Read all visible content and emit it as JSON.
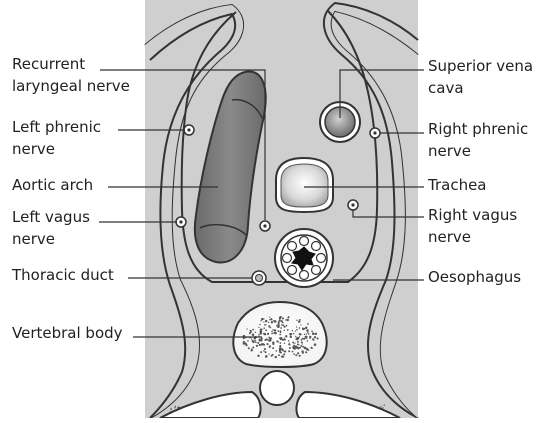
{
  "labels": {
    "recurrent_laryngeal_1": "Recurrent",
    "recurrent_laryngeal_2": "laryngeal nerve",
    "left_phrenic_1": "Left phrenic",
    "left_phrenic_2": "nerve",
    "aortic_arch": "Aortic arch",
    "left_vagus_1": "Left vagus",
    "left_vagus_2": "nerve",
    "thoracic_duct": "Thoracic duct",
    "vertebral_body": "Vertebral body",
    "svc_1": "Superior vena",
    "svc_2": "cava",
    "right_phrenic_1": "Right phrenic",
    "right_phrenic_2": "nerve",
    "trachea": "Trachea",
    "right_vagus_1": "Right vagus",
    "right_vagus_2": "nerve",
    "oesophagus": "Oesophagus"
  },
  "colors": {
    "background": "#cfcfcf",
    "organ_dark": "#7a7a7a",
    "organ_light": "#e6e6e6",
    "outline": "#333333",
    "text": "#222222"
  }
}
